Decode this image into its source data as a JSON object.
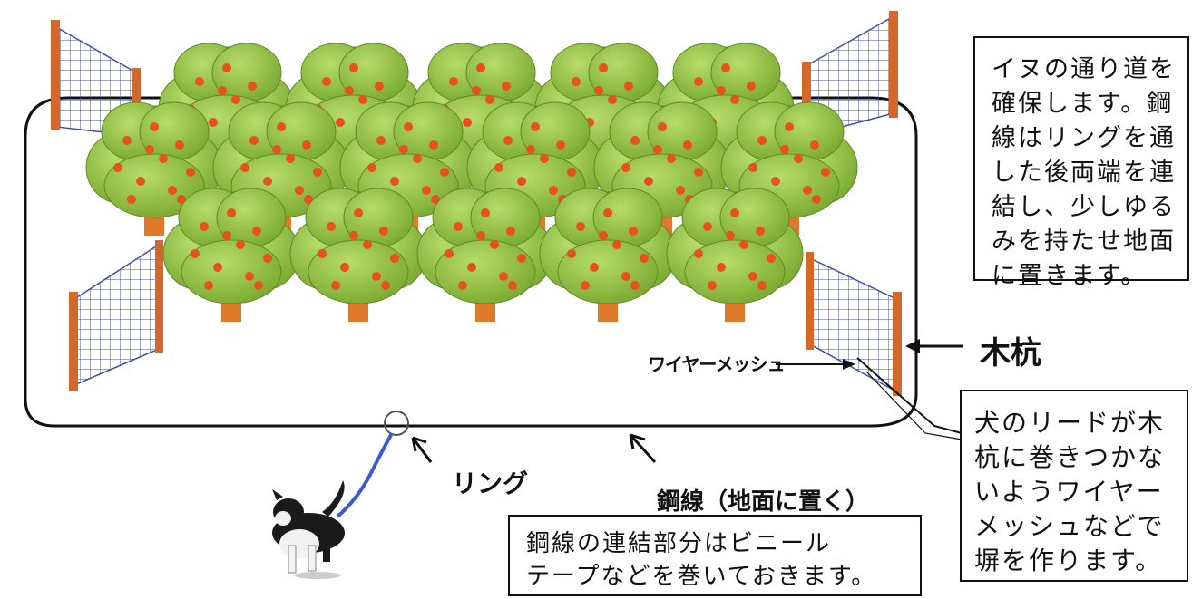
{
  "diagram": {
    "notes": {
      "dog_path": [
        "イヌの通り道を",
        "確保します。鋼",
        "線はリングを通",
        "した後両端を連",
        "結し、少しゆる",
        "みを持たせ地面",
        "に置きます。"
      ],
      "leash": [
        "犬のリードが木",
        "杭に巻きつかな",
        "いようワイヤー",
        "メッシュなどで",
        "塀を作ります。"
      ],
      "joint": [
        "鋼線の連結部分はビニール",
        "テープなどを巻いておきます。"
      ]
    },
    "labels": {
      "stake": "木杭",
      "wire_mesh": "ワイヤーメッシュ",
      "ring": "リング",
      "steel_wire": "鋼線（地面に置く）"
    },
    "colors": {
      "tree_foliage": "#8fbe3c",
      "fruit": "#e8511e",
      "trunk": "#e07a2a",
      "stake": "#d4682a",
      "mesh": "#3b4fa3",
      "wire": "#111111",
      "leash": "#3a5bd0"
    },
    "icons": [
      "dog-icon",
      "arrow-icon",
      "ring-icon"
    ]
  }
}
